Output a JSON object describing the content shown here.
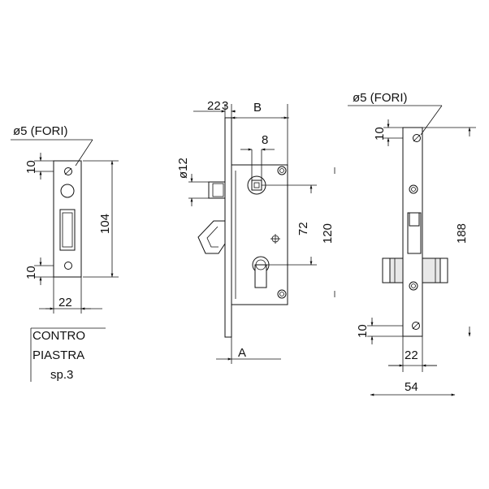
{
  "strike_plate": {
    "holes_label": "ø5 (FORI)",
    "height": "104",
    "hole_offset_top": "10",
    "hole_offset_bottom": "10",
    "width": "22",
    "caption_line1": "CONTRO",
    "caption_line2": "PIASTRA",
    "caption_line3": "sp.3"
  },
  "lock_body": {
    "faceplate_thickness": "22",
    "faceplate_offset": "3",
    "backset_label": "B",
    "spindle_size": "8",
    "latch_diameter": "ø12",
    "centre_distance": "72",
    "body_height": "120",
    "width_label": "A"
  },
  "faceplate": {
    "holes_label": "ø5 (FORI)",
    "hole_offset_top": "10",
    "hole_offset_bottom": "10",
    "length": "188",
    "width": "22",
    "overall_width": "54"
  }
}
